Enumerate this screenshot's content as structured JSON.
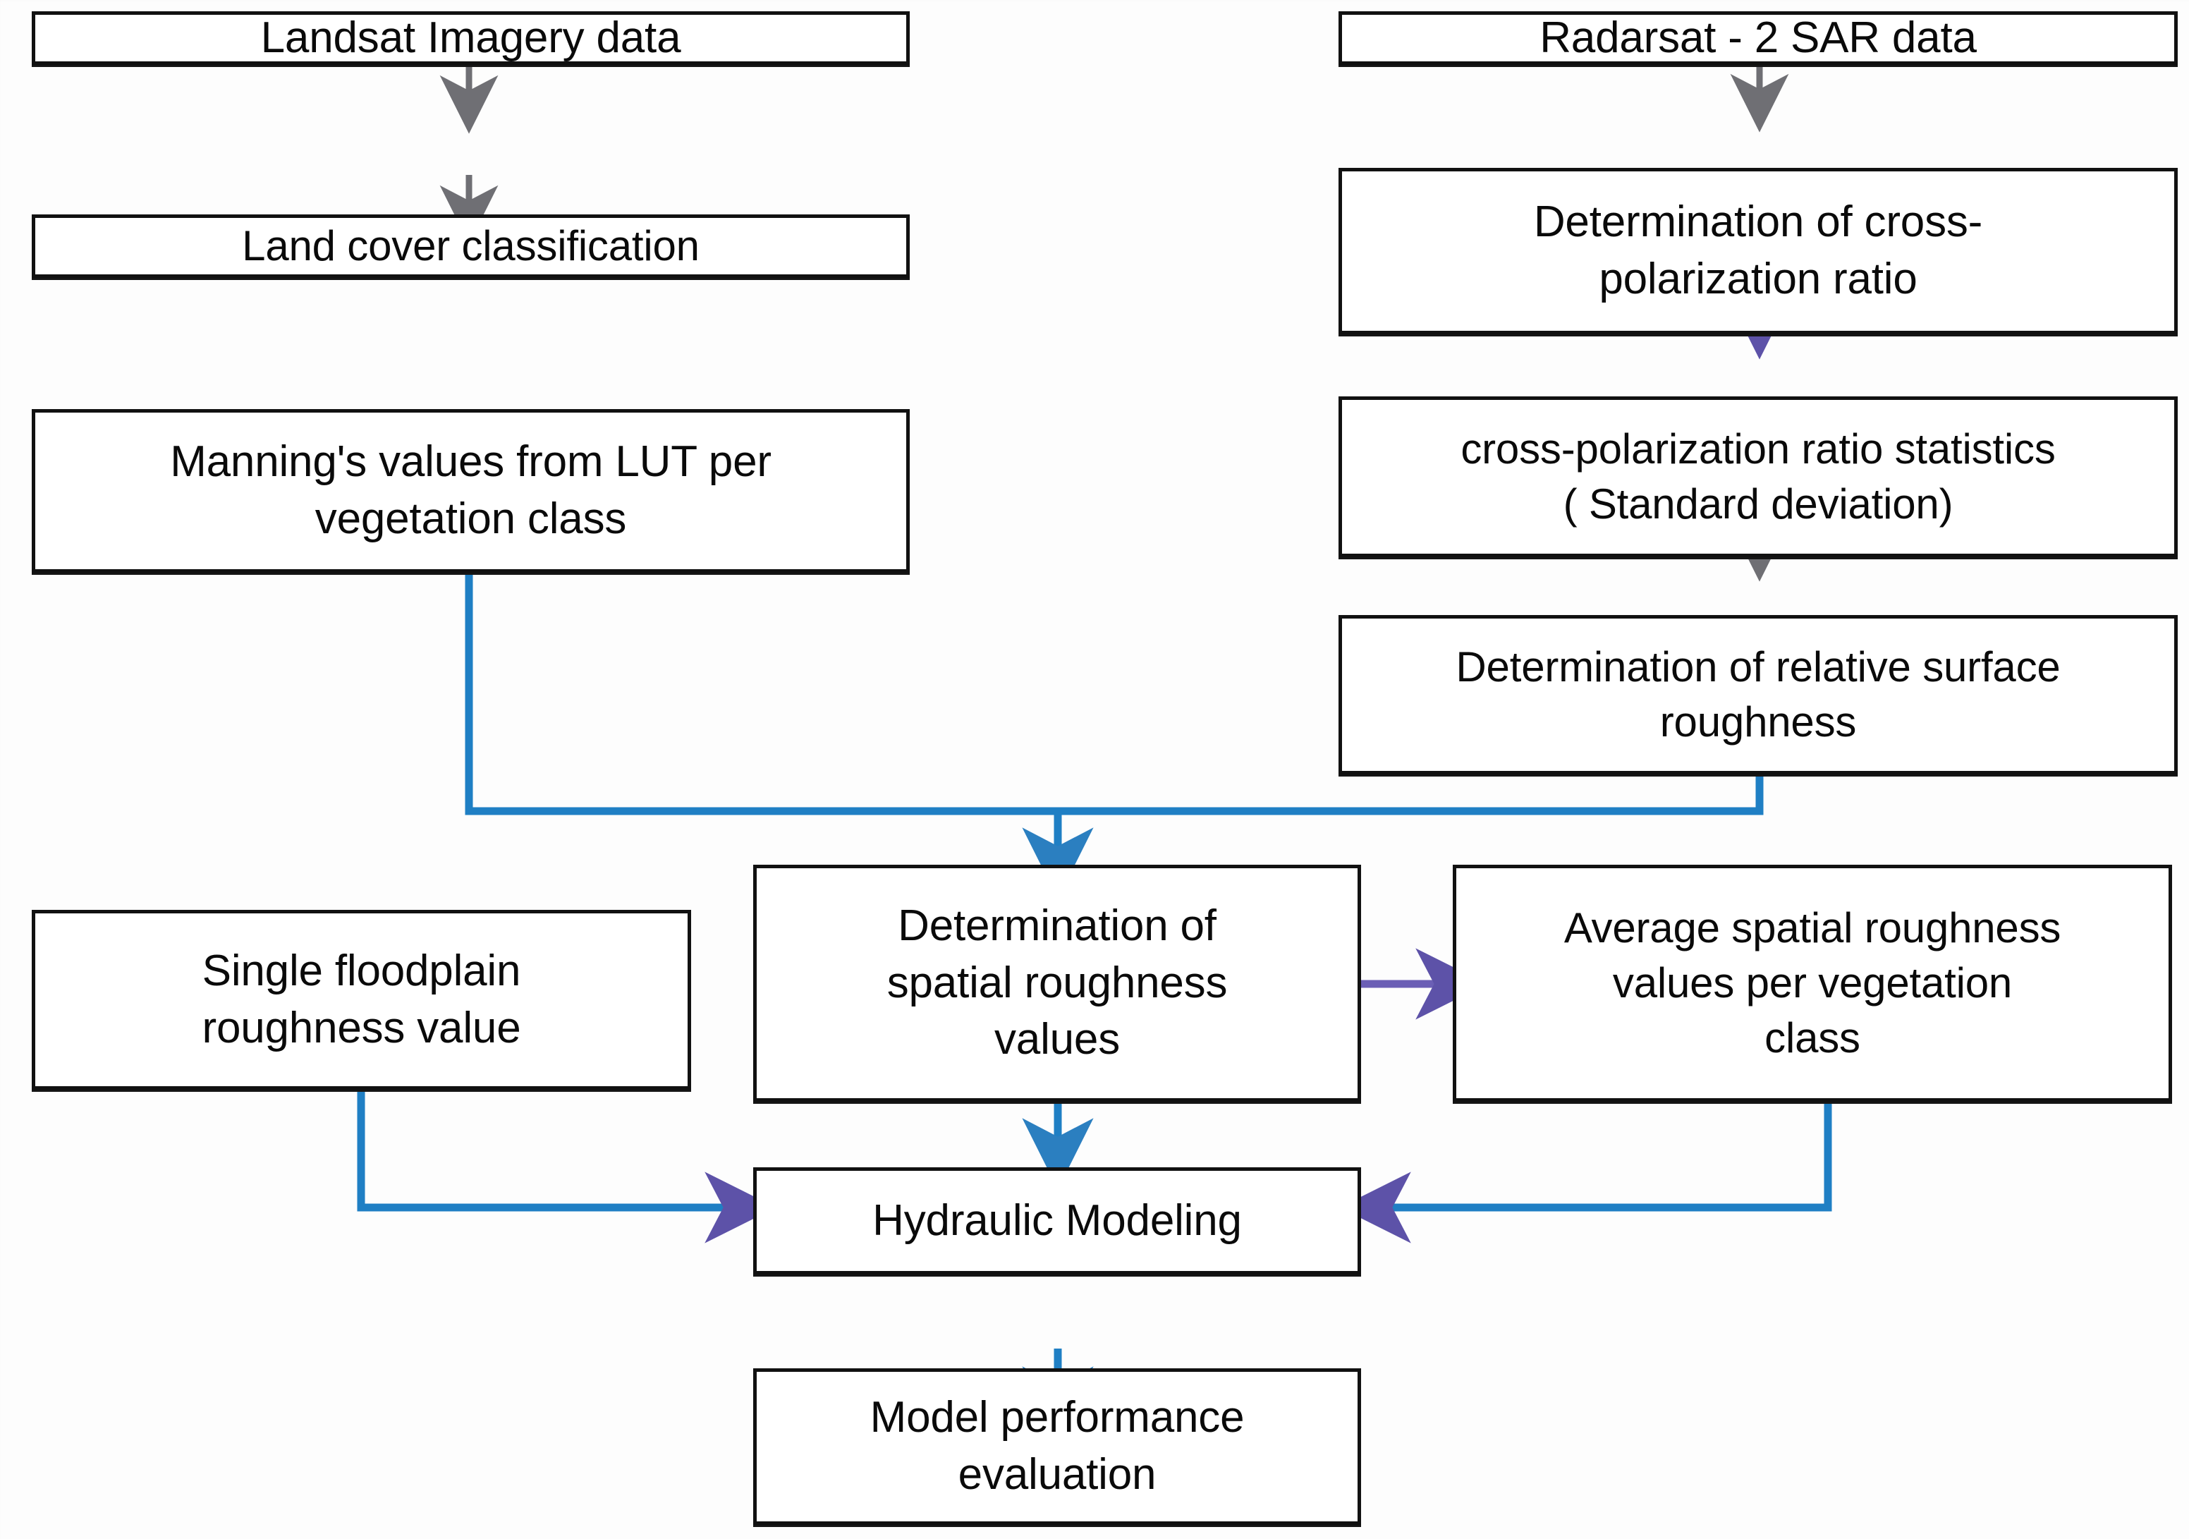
{
  "figure": {
    "kind": "flowchart",
    "orientation": "top-down",
    "background_color": "#fdfdfd",
    "node_border_color": "#111111",
    "node_fill_color": "#ffffff"
  },
  "colors": {
    "blue_connector": "#1f7fc4",
    "gray_connector": "#6f6f74",
    "purple_connector": "#6b5fb5",
    "text": "#0a0a0a"
  },
  "nodes": {
    "landsat_imagery_data": "Landsat Imagery data",
    "land_cover_classification": "Land cover classification",
    "mannings_values": "Manning's values from LUT per\nvegetation class",
    "radarsat_sar_data": "Radarsat - 2 SAR data",
    "determination_cross_polarization_ratio": "Determination of cross-\npolarization ratio",
    "cross_polarization_ratio_statistics": "cross-polarization ratio statistics\n( Standard deviation)",
    "determination_relative_surface_roughness": "Determination of relative surface\nroughness",
    "single_floodplain_roughness_value": "Single floodplain\nroughness value",
    "determination_spatial_roughness_values": "Determination of\nspatial roughness\nvalues",
    "average_spatial_roughness_values": "Average spatial roughness\nvalues per vegetation\nclass",
    "hydraulic_modeling": "Hydraulic Modeling",
    "model_performance_evaluation": "Model performance\nevaluation"
  },
  "edges": [
    {
      "from": "landsat_imagery_data",
      "to": "land_cover_classification",
      "color": "#6f6f74"
    },
    {
      "from": "land_cover_classification",
      "to": "mannings_values",
      "color": "#6f6f74"
    },
    {
      "from": "radarsat_sar_data",
      "to": "determination_cross_polarization_ratio",
      "color": "#6f6f74"
    },
    {
      "from": "determination_cross_polarization_ratio",
      "to": "cross_polarization_ratio_statistics",
      "color": "#6b5fb5"
    },
    {
      "from": "cross_polarization_ratio_statistics",
      "to": "determination_relative_surface_roughness",
      "color": "#6f6f74"
    },
    {
      "from": "mannings_values",
      "to": "determination_spatial_roughness_values",
      "color": "#1f7fc4"
    },
    {
      "from": "determination_relative_surface_roughness",
      "to": "determination_spatial_roughness_values",
      "color": "#1f7fc4"
    },
    {
      "from": "determination_spatial_roughness_values",
      "to": "average_spatial_roughness_values",
      "color": "#6b5fb5"
    },
    {
      "from": "single_floodplain_roughness_value",
      "to": "hydraulic_modeling",
      "color": "#1f7fc4"
    },
    {
      "from": "determination_spatial_roughness_values",
      "to": "hydraulic_modeling",
      "color": "#1f7fc4"
    },
    {
      "from": "average_spatial_roughness_values",
      "to": "hydraulic_modeling",
      "color": "#1f7fc4"
    },
    {
      "from": "hydraulic_modeling",
      "to": "model_performance_evaluation",
      "color": "#1f7fc4"
    }
  ]
}
